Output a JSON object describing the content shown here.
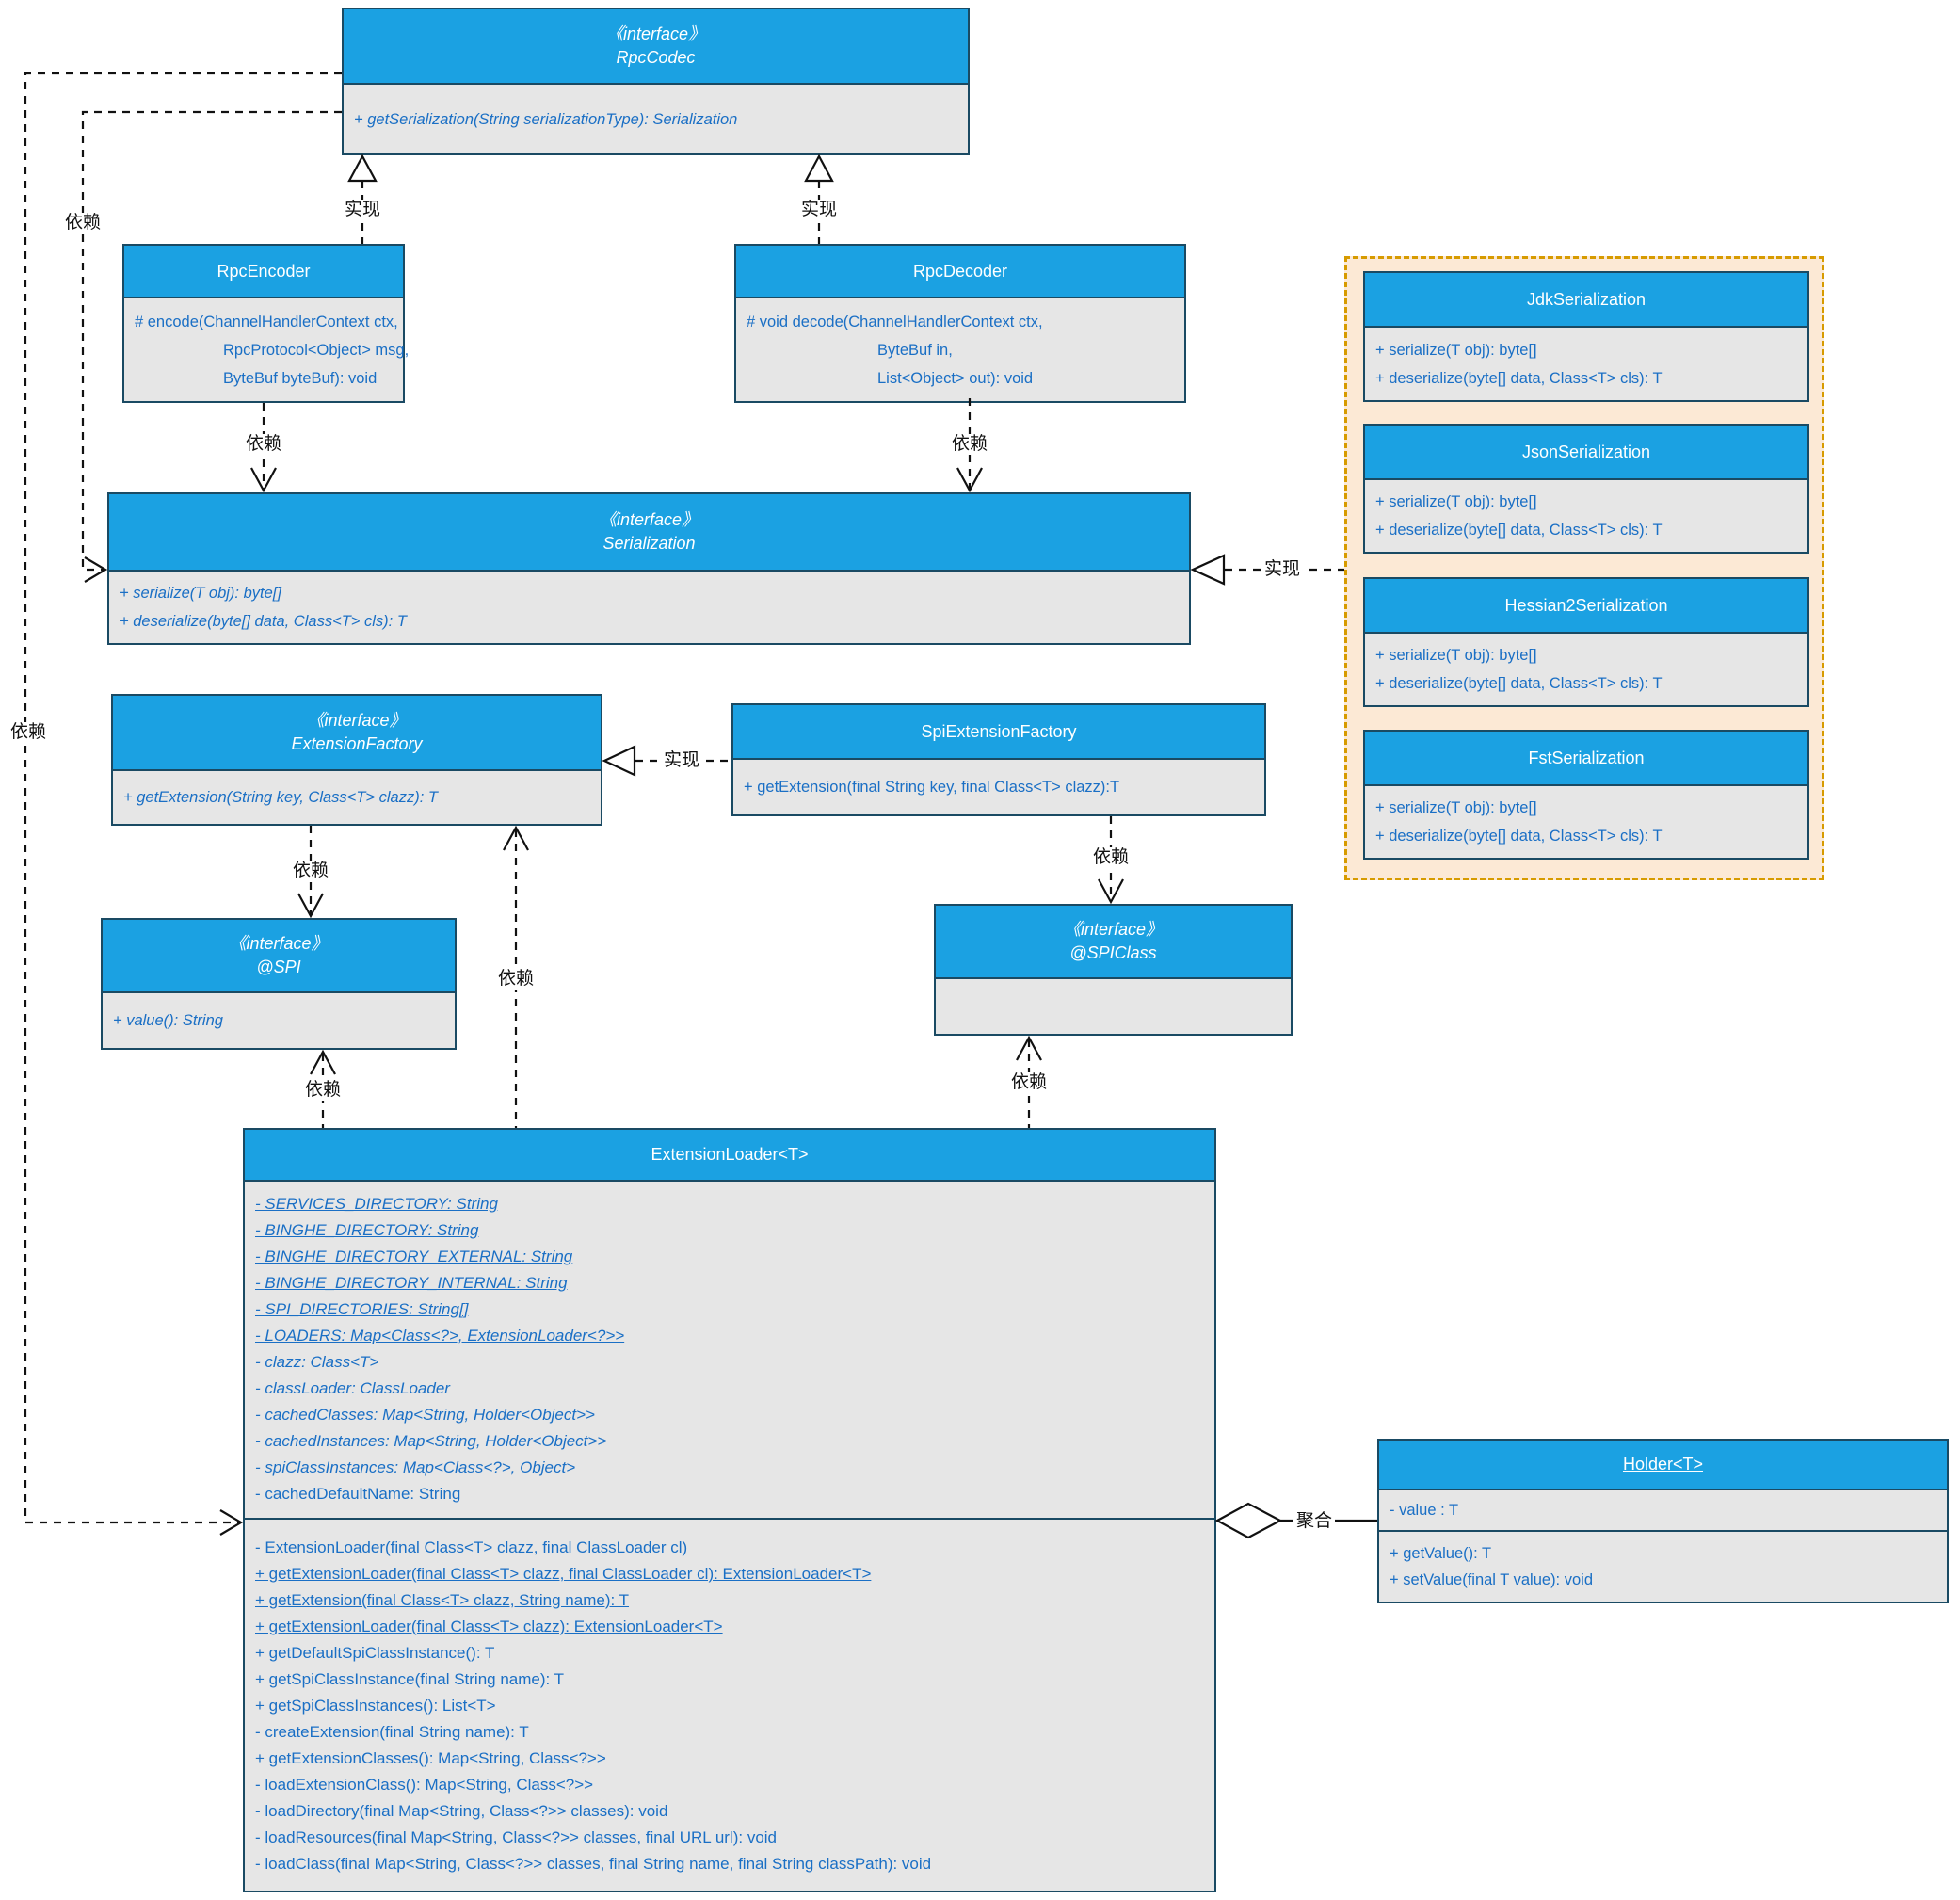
{
  "diagram": {
    "labels": {
      "realize": "实现",
      "depend": "依赖",
      "aggregate": "聚合"
    },
    "colors": {
      "header_fill": "#1BA1E2",
      "body_fill": "#E6E6E6",
      "box_border": "#1A4A63",
      "member_text": "#1A6FC5",
      "group_fill": "#FCE9D5",
      "group_border": "#D79B00"
    }
  },
  "classes": {
    "rpc_codec": {
      "stereotype": "《interface》",
      "name": "RpcCodec",
      "methods": [
        "+ getSerialization(String serializationType): Serialization"
      ]
    },
    "rpc_encoder": {
      "name": "RpcEncoder",
      "methods": [
        "# encode(ChannelHandlerContext ctx,",
        "RpcProtocol<Object> msg,",
        "ByteBuf byteBuf): void"
      ]
    },
    "rpc_decoder": {
      "name": "RpcDecoder",
      "methods": [
        "# void decode(ChannelHandlerContext ctx,",
        "ByteBuf in,",
        "List<Object> out): void"
      ]
    },
    "serialization": {
      "stereotype": "《interface》",
      "name": "Serialization",
      "methods": [
        "+ serialize(T obj): byte[]",
        "+ deserialize(byte[] data, Class<T> cls): T"
      ]
    },
    "jdk_serialization": {
      "name": "JdkSerialization",
      "methods": [
        "+ serialize(T obj): byte[]",
        "+ deserialize(byte[] data, Class<T> cls): T"
      ]
    },
    "json_serialization": {
      "name": "JsonSerialization",
      "methods": [
        "+ serialize(T obj): byte[]",
        "+ deserialize(byte[] data, Class<T> cls): T"
      ]
    },
    "hessian2_serialization": {
      "name": "Hessian2Serialization",
      "methods": [
        "+ serialize(T obj): byte[]",
        "+ deserialize(byte[] data, Class<T> cls): T"
      ]
    },
    "fst_serialization": {
      "name": "FstSerialization",
      "methods": [
        "+ serialize(T obj): byte[]",
        "+ deserialize(byte[] data, Class<T> cls): T"
      ]
    },
    "extension_factory": {
      "stereotype": "《interface》",
      "name": "ExtensionFactory",
      "methods": [
        "+ getExtension(String key, Class<T> clazz): T"
      ]
    },
    "spi_extension_factory": {
      "name": "SpiExtensionFactory",
      "methods": [
        "+ getExtension(final String key, final Class<T> clazz):T"
      ]
    },
    "spi_annotation": {
      "stereotype": "《interface》",
      "name": "@SPI",
      "methods": [
        "+ value(): String"
      ]
    },
    "spi_class_annotation": {
      "stereotype": "《interface》",
      "name": "@SPIClass",
      "methods": []
    },
    "extension_loader": {
      "name": "ExtensionLoader<T>",
      "fields": [
        "- SERVICES_DIRECTORY: String",
        "- BINGHE_DIRECTORY: String",
        "- BINGHE_DIRECTORY_EXTERNAL: String",
        "- BINGHE_DIRECTORY_INTERNAL: String",
        "- SPI_DIRECTORIES: String[]",
        "- LOADERS: Map<Class<?>, ExtensionLoader<?>>",
        "- clazz: Class<T>",
        "- classLoader: ClassLoader",
        "- cachedClasses: Map<String, Holder<Object>>",
        "- cachedInstances: Map<String, Holder<Object>>",
        "- spiClassInstances: Map<Class<?>, Object>",
        "- cachedDefaultName: String"
      ],
      "methods": [
        "- ExtensionLoader(final Class<T> clazz, final ClassLoader cl)",
        "+ getExtensionLoader(final Class<T> clazz, final ClassLoader cl): ExtensionLoader<T>",
        "+ getExtension(final Class<T> clazz, String name): T",
        "+ getExtensionLoader(final Class<T> clazz): ExtensionLoader<T>",
        "+ getDefaultSpiClassInstance(): T",
        "+ getSpiClassInstance(final String name): T",
        "+ getSpiClassInstances(): List<T>",
        "- createExtension(final String name): T",
        "+ getExtensionClasses(): Map<String, Class<?>>",
        "- loadExtensionClass(): Map<String, Class<?>>",
        "- loadDirectory(final Map<String, Class<?>> classes): void",
        "- loadResources(final Map<String, Class<?>> classes, final URL url): void",
        "- loadClass(final Map<String, Class<?>> classes, final String name, final String classPath): void"
      ]
    },
    "holder": {
      "name": "Holder<T>",
      "fields": [
        "- value : T"
      ],
      "methods": [
        "+ getValue(): T",
        "+ setValue(final T value): void"
      ]
    }
  }
}
